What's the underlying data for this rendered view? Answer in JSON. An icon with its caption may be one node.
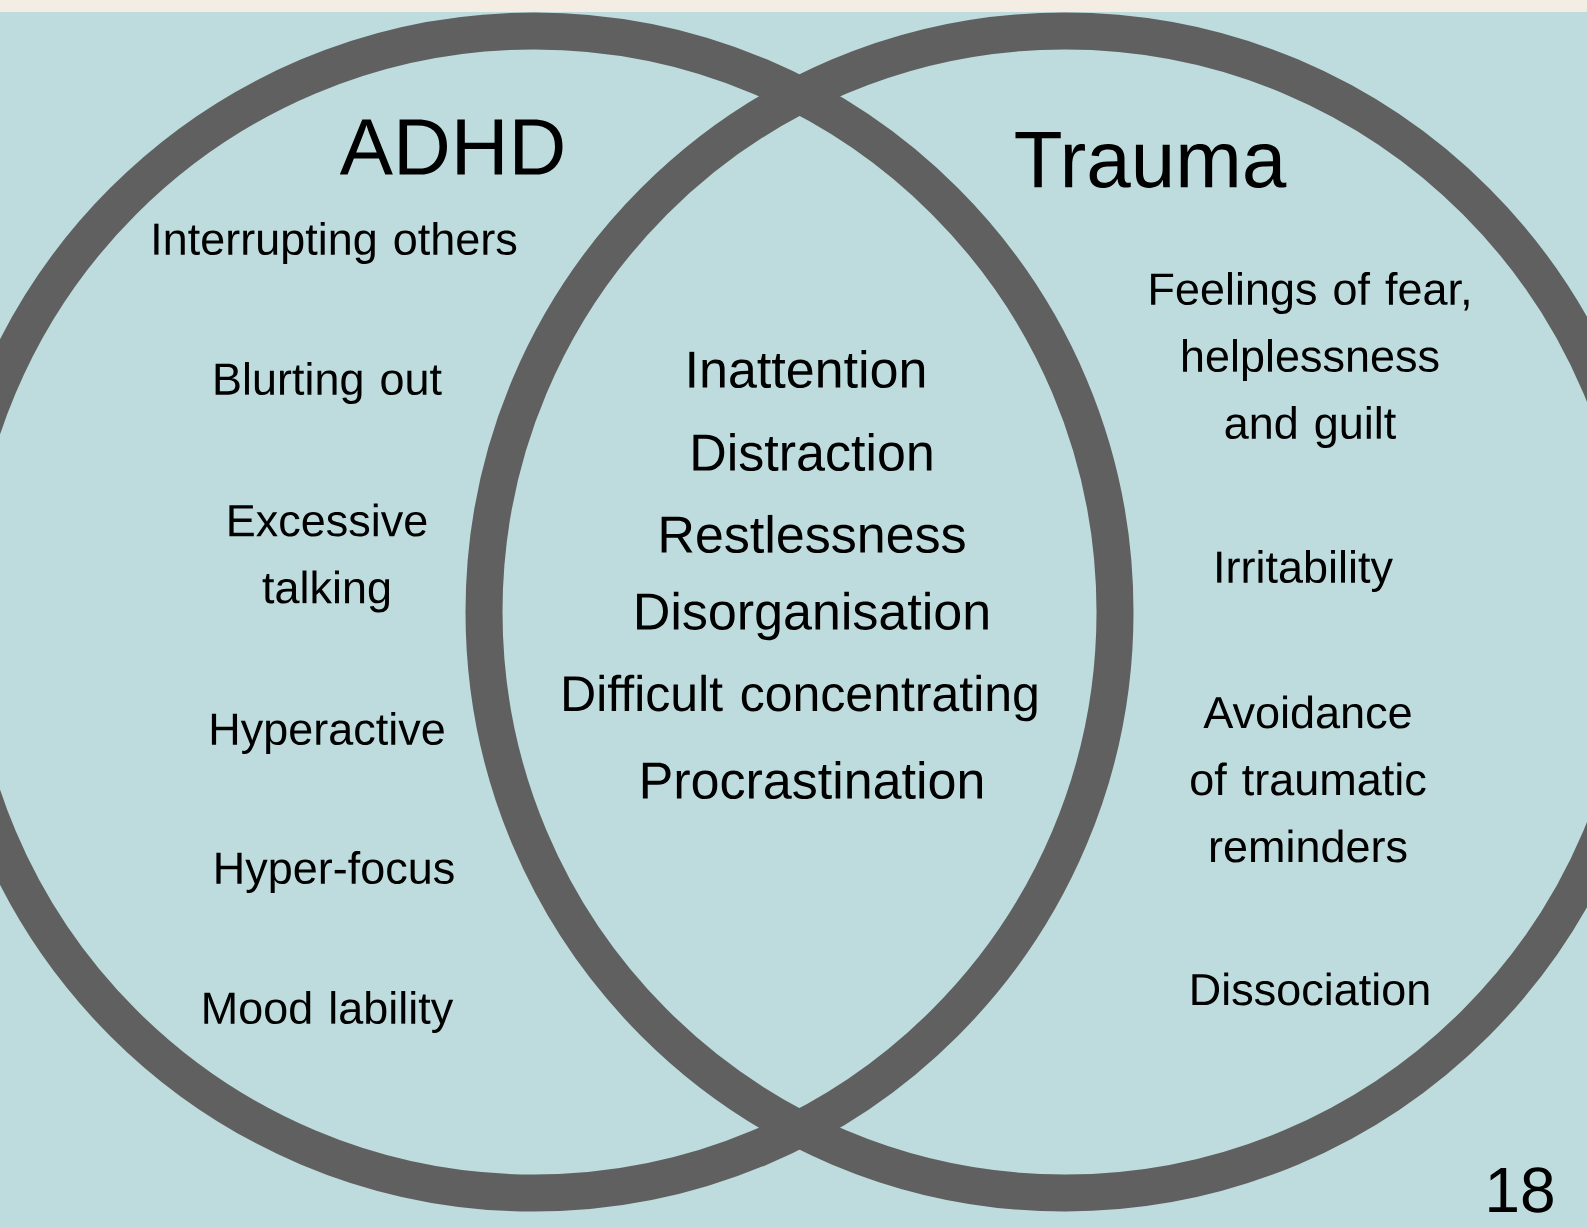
{
  "diagram": {
    "nodes": [
      {
        "text": [
          "ADHD"
        ]
      },
      {
        "text": [
          "Trauma"
        ]
      }
    ],
    "edges": [],
    "labels": [
      "Interrupting others",
      "Blurting out",
      "Excessive talking",
      "Hyperactive",
      "Hyper-focus",
      "Mood lability",
      "Inattention",
      "Distraction",
      "Restlessness",
      "Disorganisation",
      "Difficult concentrating",
      "Procrastination",
      "Feelings of fear, helplessness and guilt",
      "Irritability",
      "Avoidance of traumatic reminders",
      "Dissociation",
      "18"
    ]
  }
}
